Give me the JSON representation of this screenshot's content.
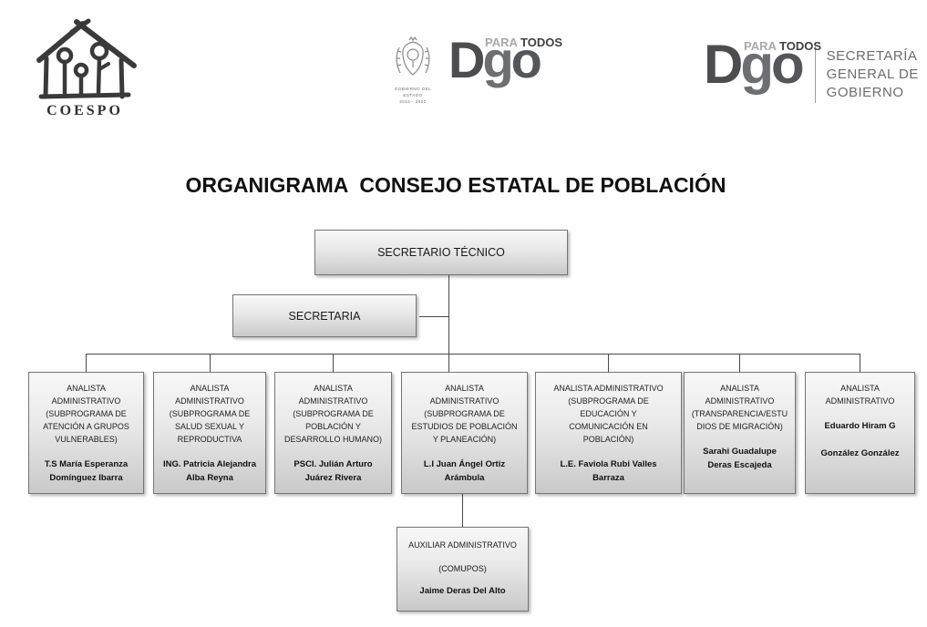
{
  "header": {
    "coespo": {
      "label": "COESPO",
      "icon": "house-with-family-sketch"
    },
    "state_logo": {
      "emblem_icon": "durango-state-crest",
      "emblem_caption": "GOBIERNO DEL ESTADO\n2016 - 2022",
      "brand_d": "D",
      "brand_g": "g",
      "brand_o": "o",
      "tagline_para": "PARA ",
      "tagline_todos": "TODOS"
    },
    "sgg_logo": {
      "brand_d": "D",
      "brand_g": "g",
      "brand_o": "o",
      "tagline_para": "PARA ",
      "tagline_todos": "TODOS",
      "department": "SECRETARÍA\nGENERAL DE\nGOBIERNO"
    }
  },
  "title": "ORGANIGRAMA  CONSEJO ESTATAL DE POBLACIÓN",
  "org": {
    "top": {
      "role": "SECRETARIO TÉCNICO"
    },
    "secretaria": {
      "role": "SECRETARIA"
    },
    "row": [
      {
        "role": "ANALISTA\nADMINISTRATIVO\n(SUBPROGRAMA DE\nATENCIÓN A GRUPOS\nVULNERABLES)",
        "person": "T.S María Esperanza\nDomínguez Ibarra"
      },
      {
        "role": "ANALISTA\nADMINISTRATIVO\n(SUBPROGRAMA DE\nSALUD SEXUAL Y\nREPRODUCTIVA",
        "person": "ING. Patricia Alejandra\nAlba Reyna"
      },
      {
        "role": "ANALISTA\nADMINISTRATIVO\n(SUBPROGRAMA DE\nPOBLACIÓN Y\nDESARROLLO HUMANO)",
        "person": "PSCI. Julián Arturo\nJuárez Rivera"
      },
      {
        "role": "ANALISTA\nADMINISTRATIVO\n(SUBPROGRAMA DE\nESTUDIOS DE POBLACIÓN\nY  PLANEACIÓN)",
        "person": "L.I Juan Ángel Ortiz\nArámbula"
      },
      {
        "role": "ANALISTA ADMINISTRATIVO\n(SUBPROGRAMA DE\nEDUCACIÓN Y\nCOMUNICACIÓN EN\nPOBLACIÓN)",
        "person": "L.E. Faviola Rubi Valles\nBarraza"
      },
      {
        "role": "ANALISTA\nADMINISTRATIVO\n(TRANSPARENCIA/ESTU\nDIOS DE MIGRACIÓN)",
        "person": "Sarahi Guadalupe\nDeras Escajeda"
      },
      {
        "role": "ANALISTA\nADMINISTRATIVO",
        "person": "Eduardo Hiram G\n\nGonzález González"
      }
    ],
    "aux": {
      "role": "AUXILIAR ADMINISTRATIVO",
      "program": "(COMUPOS)",
      "person": "Jaime Deras Del Alto"
    }
  },
  "colors": {
    "box_border": "#767676",
    "box_gradient_top": "#f8f8f8",
    "box_gradient_bottom": "#c9c9c9",
    "connector_line": "#4a4a4a",
    "brand_gray": "#58595b",
    "tagline_light": "#a7a9ac",
    "tagline_dark": "#414042",
    "dept_text": "#6d6e71"
  }
}
